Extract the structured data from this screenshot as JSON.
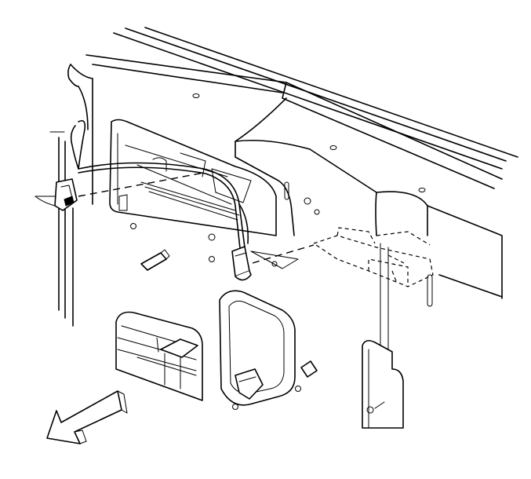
{
  "diagram": {
    "colors": {
      "stroke": "#000000",
      "background": "#ffffff"
    },
    "components": [
      {
        "name": "instrument-panel-body"
      },
      {
        "name": "panel-opening"
      },
      {
        "name": "wiring-harness-left"
      },
      {
        "name": "wiring-harness-right"
      },
      {
        "name": "connector-left"
      },
      {
        "name": "connector-right"
      },
      {
        "name": "hidden-bracket"
      },
      {
        "name": "duct-outlet"
      },
      {
        "name": "lower-opening"
      },
      {
        "name": "side-bracket"
      },
      {
        "name": "direction-arrow"
      }
    ],
    "icons": [
      "forward-direction-arrow-icon"
    ]
  }
}
